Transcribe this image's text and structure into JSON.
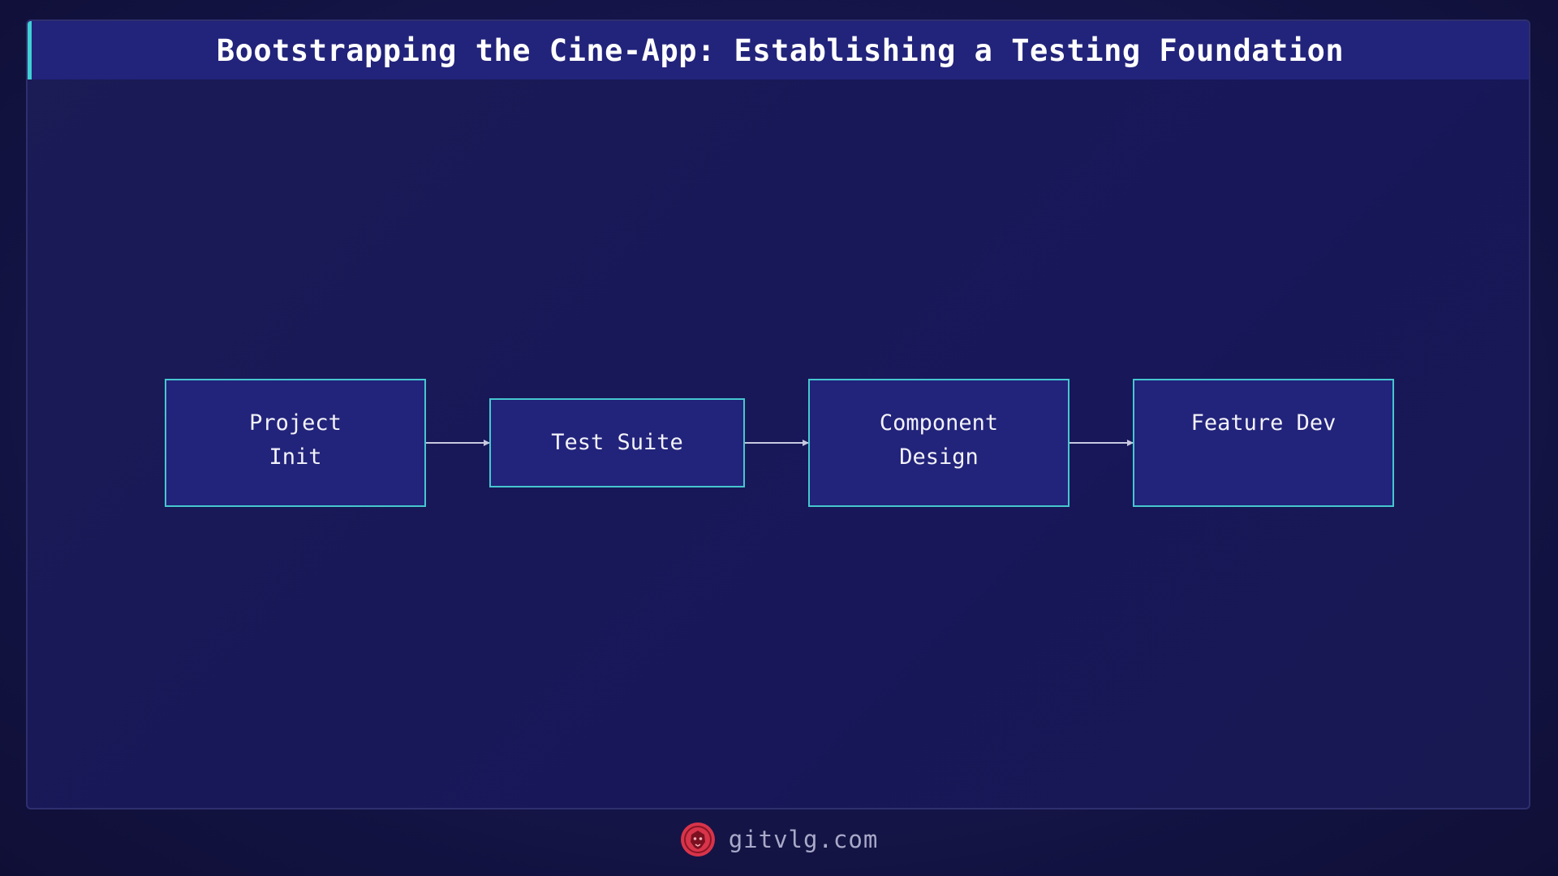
{
  "title": "Bootstrapping the Cine-App: Establishing a Testing Foundation",
  "nodes": [
    {
      "label": "Project\nInit"
    },
    {
      "label": "Test Suite"
    },
    {
      "label": "Component\nDesign"
    },
    {
      "label": "Feature Dev"
    }
  ],
  "footer": {
    "site": "gitvlg.com",
    "logo_icon": "lion-head-icon"
  },
  "colors": {
    "background": "#15154a",
    "title_bar": "#22237a",
    "accent": "#3fd0d4",
    "node_fill": "#22237a",
    "node_border": "#45c7cf",
    "arrow": "#c8c8e0",
    "logo": "#d8344a"
  }
}
